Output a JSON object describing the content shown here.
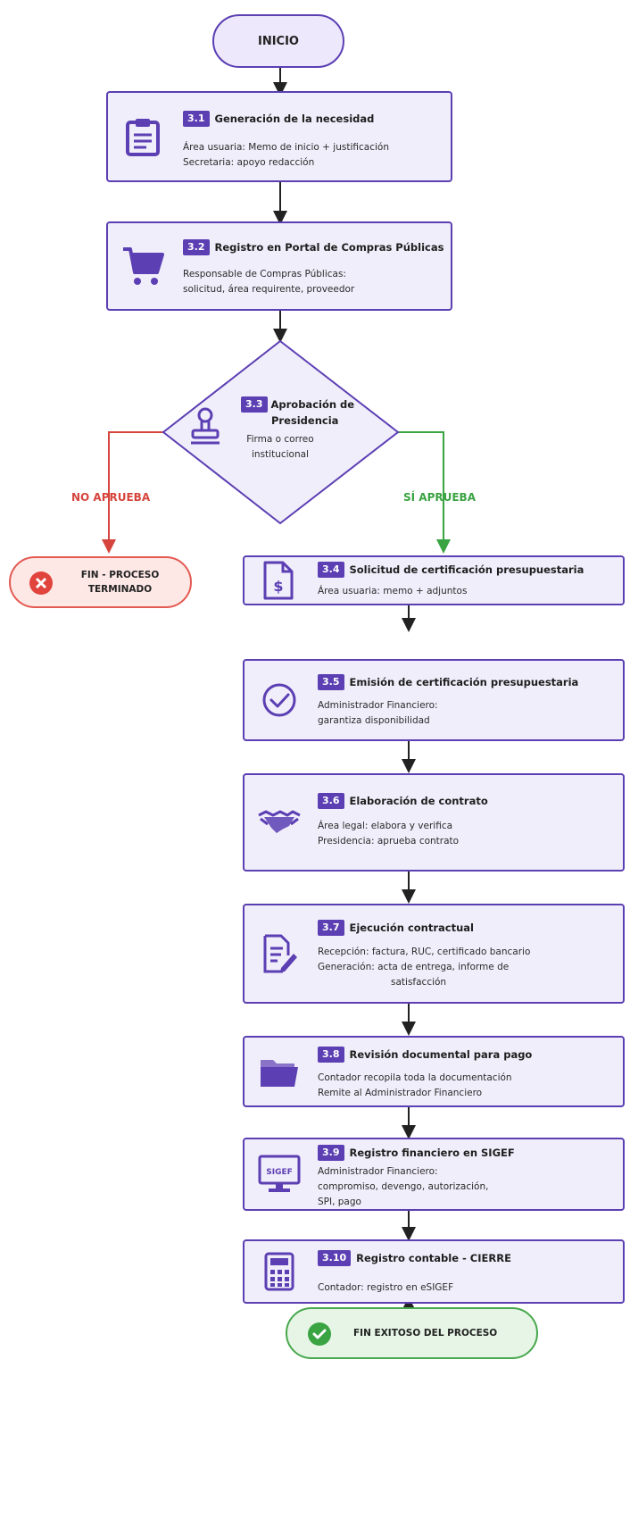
{
  "start": {
    "label": "INICIO"
  },
  "steps": [
    {
      "num": "3.1",
      "title": "Generación de la necesidad",
      "lines": [
        "Área usuaria: Memo de inicio + justificación",
        "Secretaria: apoyo redacción"
      ],
      "icon": "clipboard-icon"
    },
    {
      "num": "3.2",
      "title": "Registro en Portal de Compras Públicas",
      "lines": [
        "Responsable de Compras Públicas:",
        "solicitud, área requirente, proveedor"
      ],
      "icon": "cart-icon"
    },
    {
      "num": "3.3",
      "title": "Aprobación de",
      "title2": "Presidencia",
      "lines": [
        "Firma o correo",
        "institucional"
      ],
      "icon": "stamp-icon"
    },
    {
      "num": "3.4",
      "title": "Solicitud de certificación presupuestaria",
      "lines": [
        "Área usuaria: memo + adjuntos"
      ],
      "icon": "document-dollar-icon"
    },
    {
      "num": "3.5",
      "title": "Emisión de certificación presupuestaria",
      "lines": [
        "Administrador Financiero:",
        "garantiza disponibilidad"
      ],
      "icon": "check-circle-icon"
    },
    {
      "num": "3.6",
      "title": "Elaboración de contrato",
      "lines": [
        "Área legal: elabora y verifica",
        "Presidencia: aprueba contrato"
      ],
      "icon": "handshake-icon"
    },
    {
      "num": "3.7",
      "title": "Ejecución contractual",
      "lines": [
        "Recepción: factura, RUC, certificado bancario",
        "Generación: acta de entrega, informe de",
        "satisfacción"
      ],
      "icon": "document-edit-icon"
    },
    {
      "num": "3.8",
      "title": "Revisión documental para pago",
      "lines": [
        "Contador recopila toda la documentación",
        "Remite al Administrador Financiero"
      ],
      "icon": "folder-icon"
    },
    {
      "num": "3.9",
      "title": "Registro financiero en SIGEF",
      "lines": [
        "Administrador Financiero:",
        "compromiso, devengo, autorización,",
        "SPI, pago"
      ],
      "icon": "monitor-icon",
      "icon_text": "SIGEF"
    },
    {
      "num": "3.10",
      "title": "Registro contable - CIERRE",
      "lines": [
        "Contador: registro en eSIGEF"
      ],
      "icon": "calculator-icon"
    }
  ],
  "branches": {
    "no": "NO APRUEBA",
    "yes": "SÍ APRUEBA"
  },
  "end_fail": {
    "line1": "FIN - PROCESO",
    "line2": "TERMINADO"
  },
  "end_success": {
    "label": "FIN EXITOSO DEL PROCESO"
  },
  "colors": {
    "purple": "#5b3fb3",
    "card_bg": "#f1eefb",
    "red": "#d6453d",
    "green": "#3aa342"
  }
}
